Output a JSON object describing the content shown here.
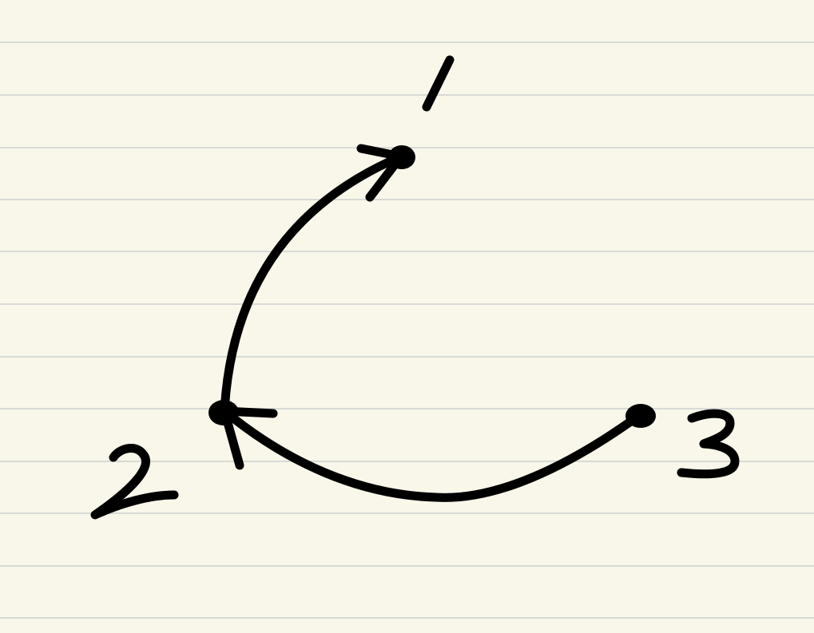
{
  "colors": {
    "paper": "#f8f7ea",
    "rule": "#d8dad6",
    "ink": "#000000"
  },
  "diagram": {
    "nodes": [
      {
        "id": "1",
        "label": "1"
      },
      {
        "id": "2",
        "label": "2"
      },
      {
        "id": "3",
        "label": "3"
      }
    ],
    "edges": [
      {
        "from": "3",
        "to": "2"
      },
      {
        "from": "2",
        "to": "1"
      }
    ]
  }
}
